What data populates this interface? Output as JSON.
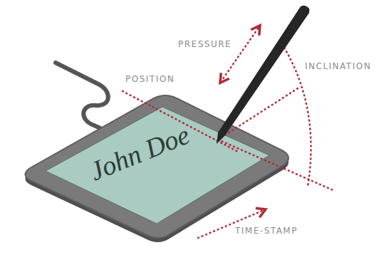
{
  "diagram": {
    "labels": [
      "PRESSURE",
      "INCLINATION",
      "POSITION",
      "John Doe",
      "TIME-STAMP"
    ]
  }
}
